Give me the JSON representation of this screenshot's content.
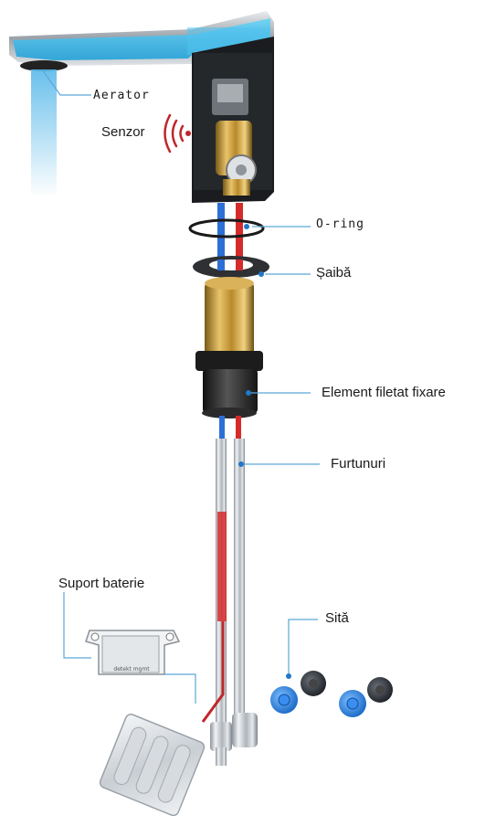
{
  "labels": {
    "aerator": "Aerator",
    "senzor": "Senzor",
    "oring": "O-ring",
    "saiba": "Șaibă",
    "element": "Element filetat fixare",
    "furtunuri": "Furtunuri",
    "suport": "Suport baterie",
    "sita": "Sită"
  },
  "holder_text": "detekt mgmt",
  "colors": {
    "leader": "#5aa7d6",
    "dot": "#1f78c8",
    "brass": "#c79a3a",
    "water": "#5cc6ee",
    "sensor_waves": "#c0262b",
    "hot": "#d62b2b",
    "cold": "#2c6fd6",
    "filter_blue": "#1e7fe0",
    "filter_dark": "#2b2f36"
  }
}
